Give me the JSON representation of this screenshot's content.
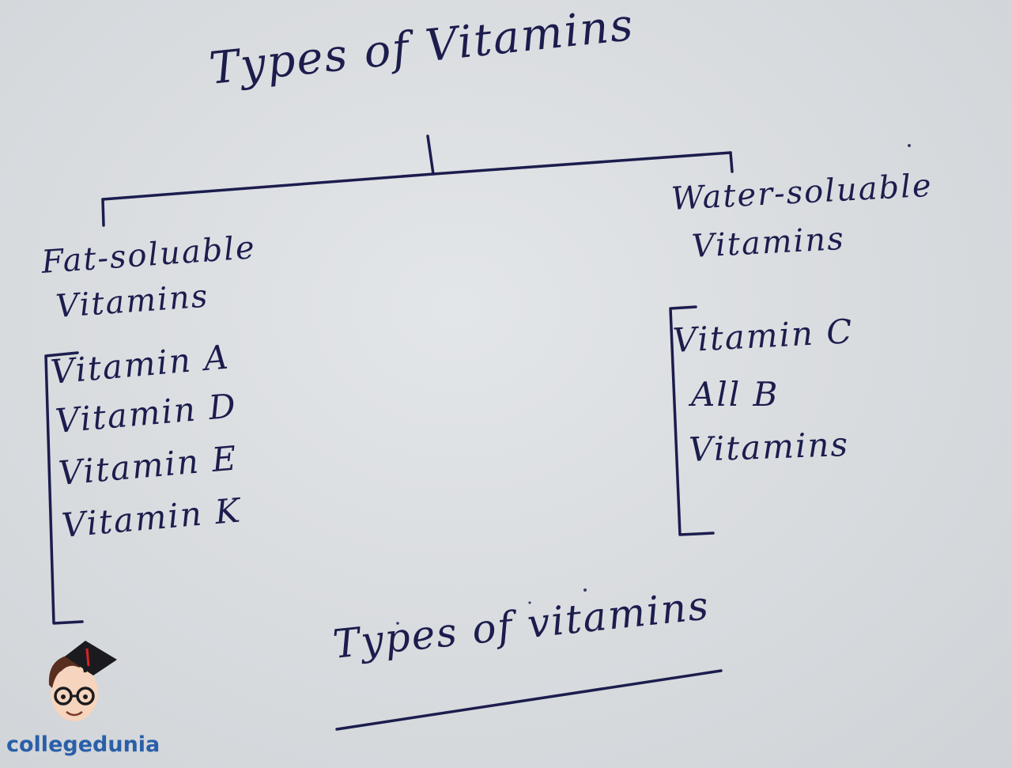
{
  "diagram": {
    "title": "Types of Vitamins",
    "branches": [
      {
        "title_lines": [
          "Fat-soluable",
          "Vitamins"
        ],
        "items": [
          "Vitamin A",
          "Vitamin D",
          "Vitamin E",
          "Vitamin K"
        ]
      },
      {
        "title_lines": [
          "Water-soluable",
          "Vitamins"
        ],
        "items": [
          "Vitamin C",
          "All B",
          "Vitamins"
        ]
      }
    ],
    "caption": "Types of vitamins"
  },
  "brand": {
    "name": "collegedunia",
    "color": "#2a5fa8",
    "icon": "graduate-mascot-icon"
  },
  "colors": {
    "ink": "#1c1d4d",
    "paper": "#dadde0"
  }
}
